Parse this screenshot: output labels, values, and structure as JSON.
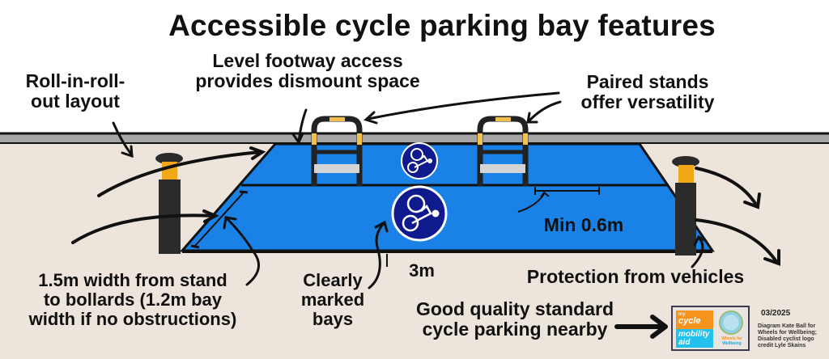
{
  "title": "Accessible cycle parking bay features",
  "labels": {
    "roll_in": [
      "Roll-in-roll-",
      "out layout"
    ],
    "level_footway": [
      "Level footway access",
      "provides dismount space"
    ],
    "paired_stands": [
      "Paired stands",
      "offer versatility"
    ],
    "min_width": "Min 0.6m",
    "bay_length": "3m",
    "width_note": [
      "1.5m width from stand",
      "to bollards (1.2m bay",
      "width if no obstructions)"
    ],
    "clearly_marked": [
      "Clearly",
      "marked",
      "bays"
    ],
    "protection": "Protection from vehicles",
    "good_quality": [
      "Good quality standard",
      "cycle parking nearby"
    ]
  },
  "logo": {
    "cycle_small": "my",
    "cycle": "cycle",
    "mobility": [
      "mobility",
      "aid"
    ],
    "wheels_for": "Wheels for",
    "wellbeing": "Wellbeing"
  },
  "credit": {
    "date": "03/2025",
    "text": "Diagram Kate Ball for Wheels for Wellbeing; Disabled cyclist logo credit Lyle Skains"
  },
  "colors": {
    "background": "#ede5dc",
    "sky": "#ffffff",
    "kerb": "#a6a6a6",
    "bay_blue": "#1a82e6",
    "symbol_navy": "#0f1a8c",
    "bollard": "#2b2b2b",
    "bollard_band": "#f2a716",
    "stand_band": "#f0c14b",
    "reflector": "#d4d4d4"
  },
  "icons": [
    "accessible-cycle-symbol",
    "accessible-cycle-symbol",
    "bollard",
    "bollard",
    "cycle-stand",
    "cycle-stand"
  ]
}
